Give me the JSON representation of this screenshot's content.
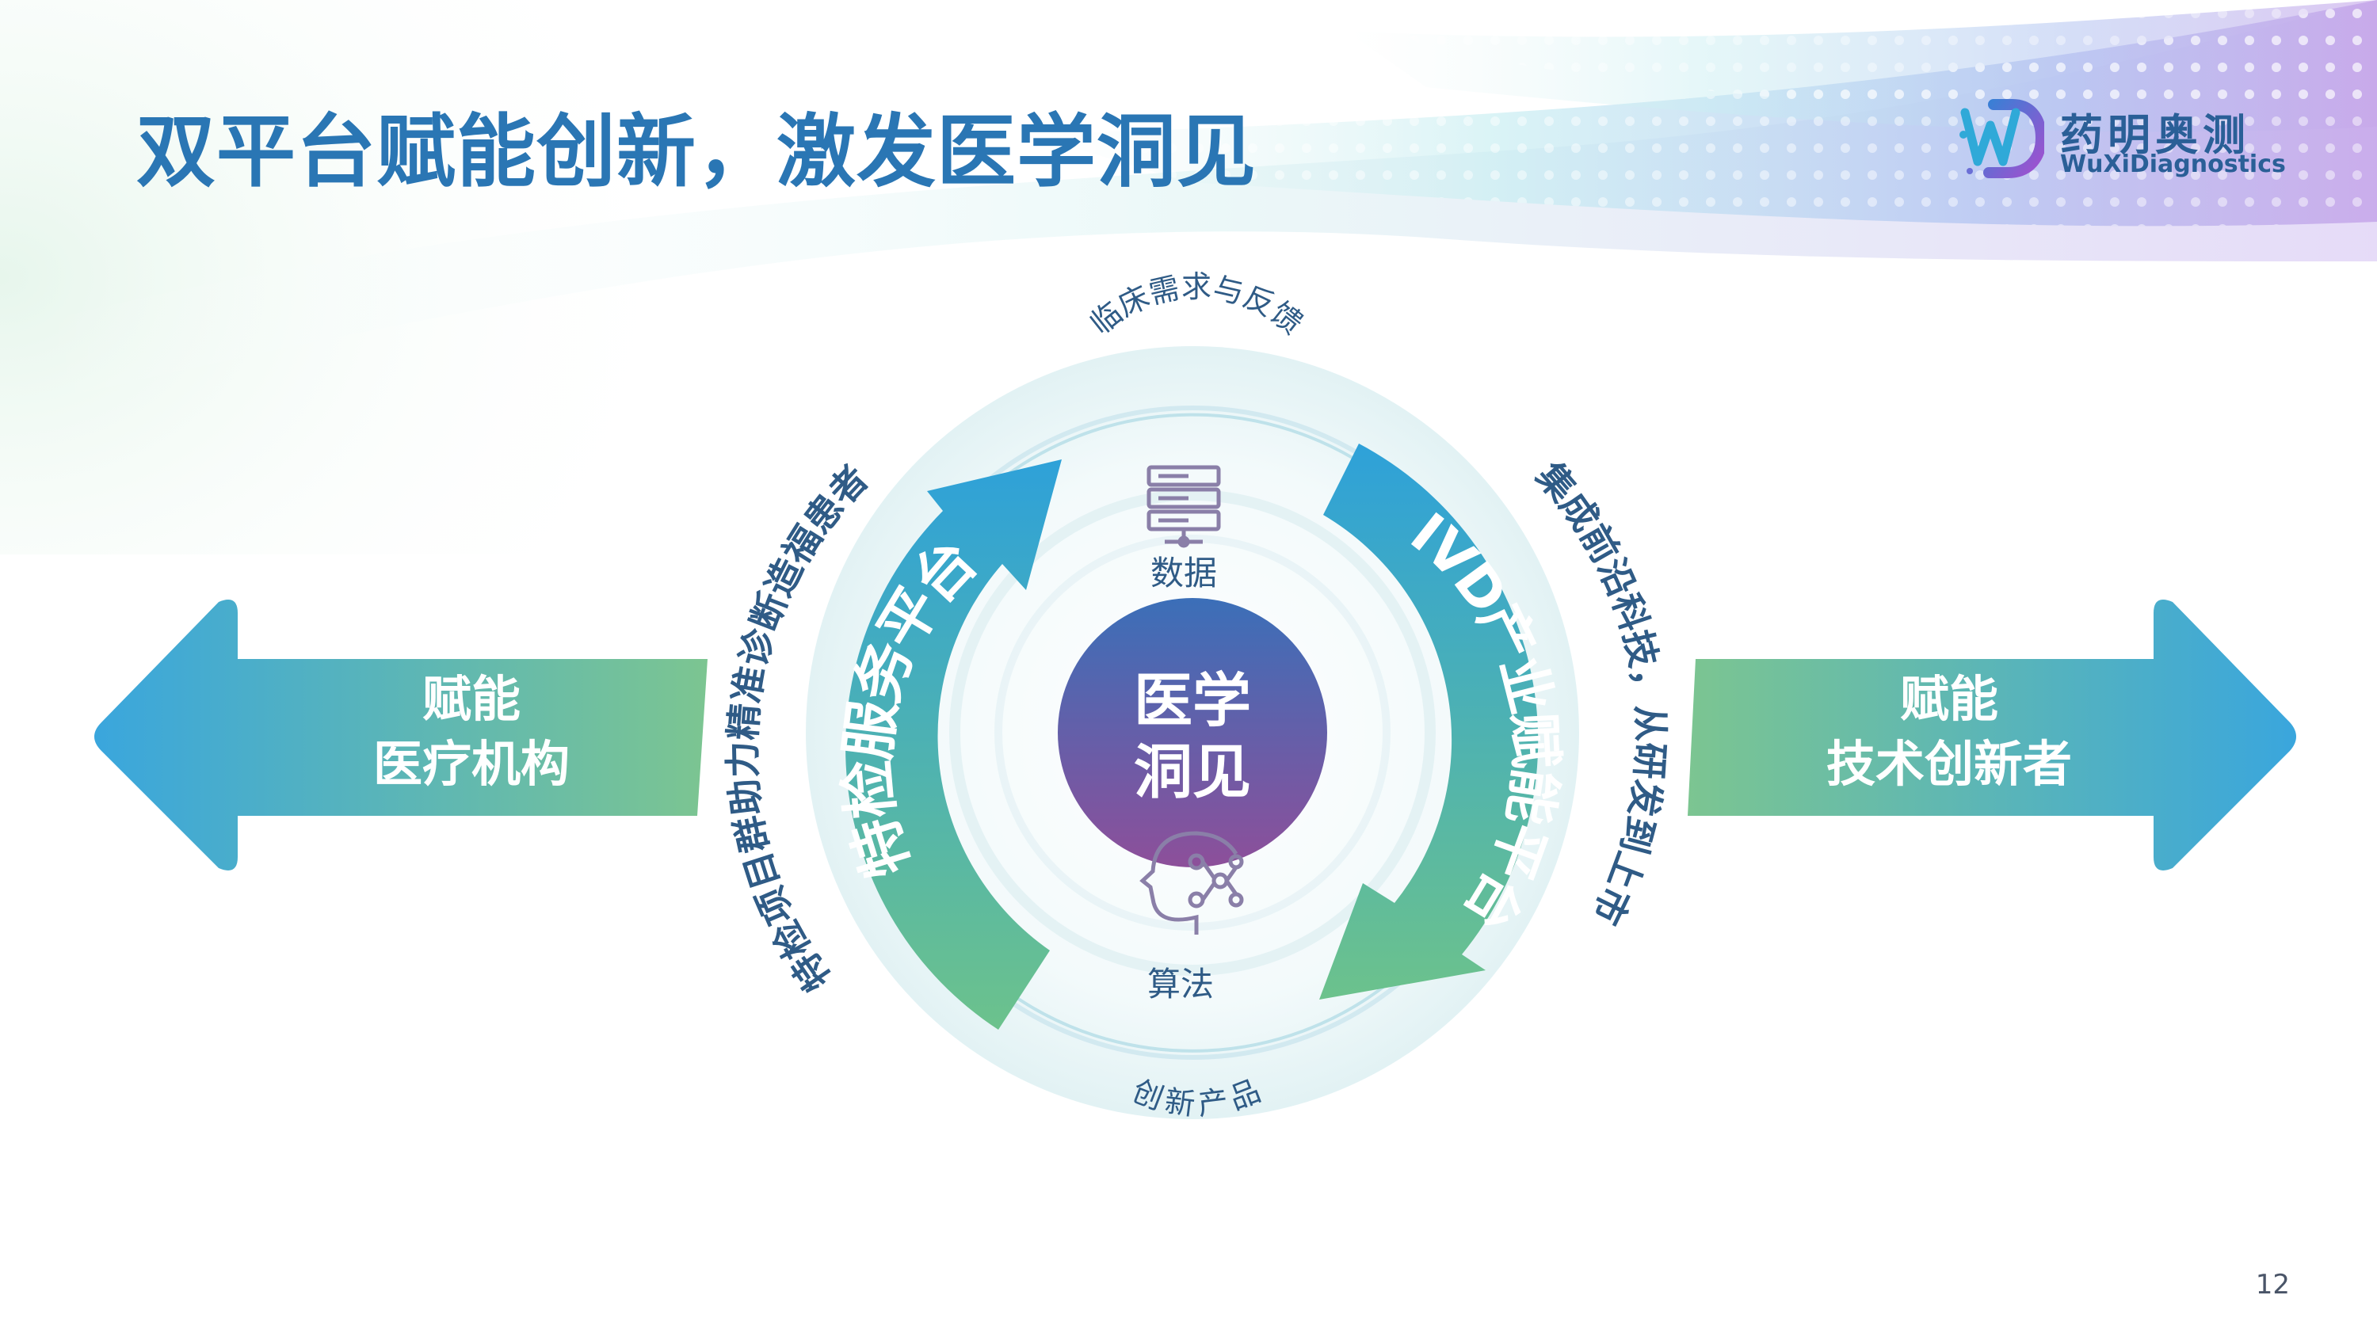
{
  "title": "双平台赋能创新，激发医学洞见",
  "logo": {
    "cn": "药明奥测",
    "en": "WuXiDiagnostics",
    "icon": "wd-logo-icon"
  },
  "left_arrow": {
    "line1": "赋能",
    "line2": "医疗机构"
  },
  "right_arrow": {
    "line1": "赋能",
    "line2": "技术创新者"
  },
  "center": {
    "line1": "医学",
    "line2": "洞见"
  },
  "cycle": {
    "top_label": "临床需求与反馈",
    "bottom_label": "创新产品",
    "data_label": "数据",
    "data_icon": "server-icon",
    "algo_label": "算法",
    "algo_icon": "ai-head-icon",
    "left_platform": "特检服务平台",
    "right_platform": "IVD产业赋能平台",
    "left_outer": "特检项目群助力精准诊断造福患者",
    "right_outer": "集成前沿科技，从研发到上市"
  },
  "page_number": "12",
  "colors": {
    "title": "#2a76b4",
    "arrow_blue": "#3aa6dd",
    "arrow_green": "#6dc08c",
    "center_top": "#3b6fb8",
    "center_bottom": "#8d4f9a",
    "outer_text": "#2f5b86"
  }
}
